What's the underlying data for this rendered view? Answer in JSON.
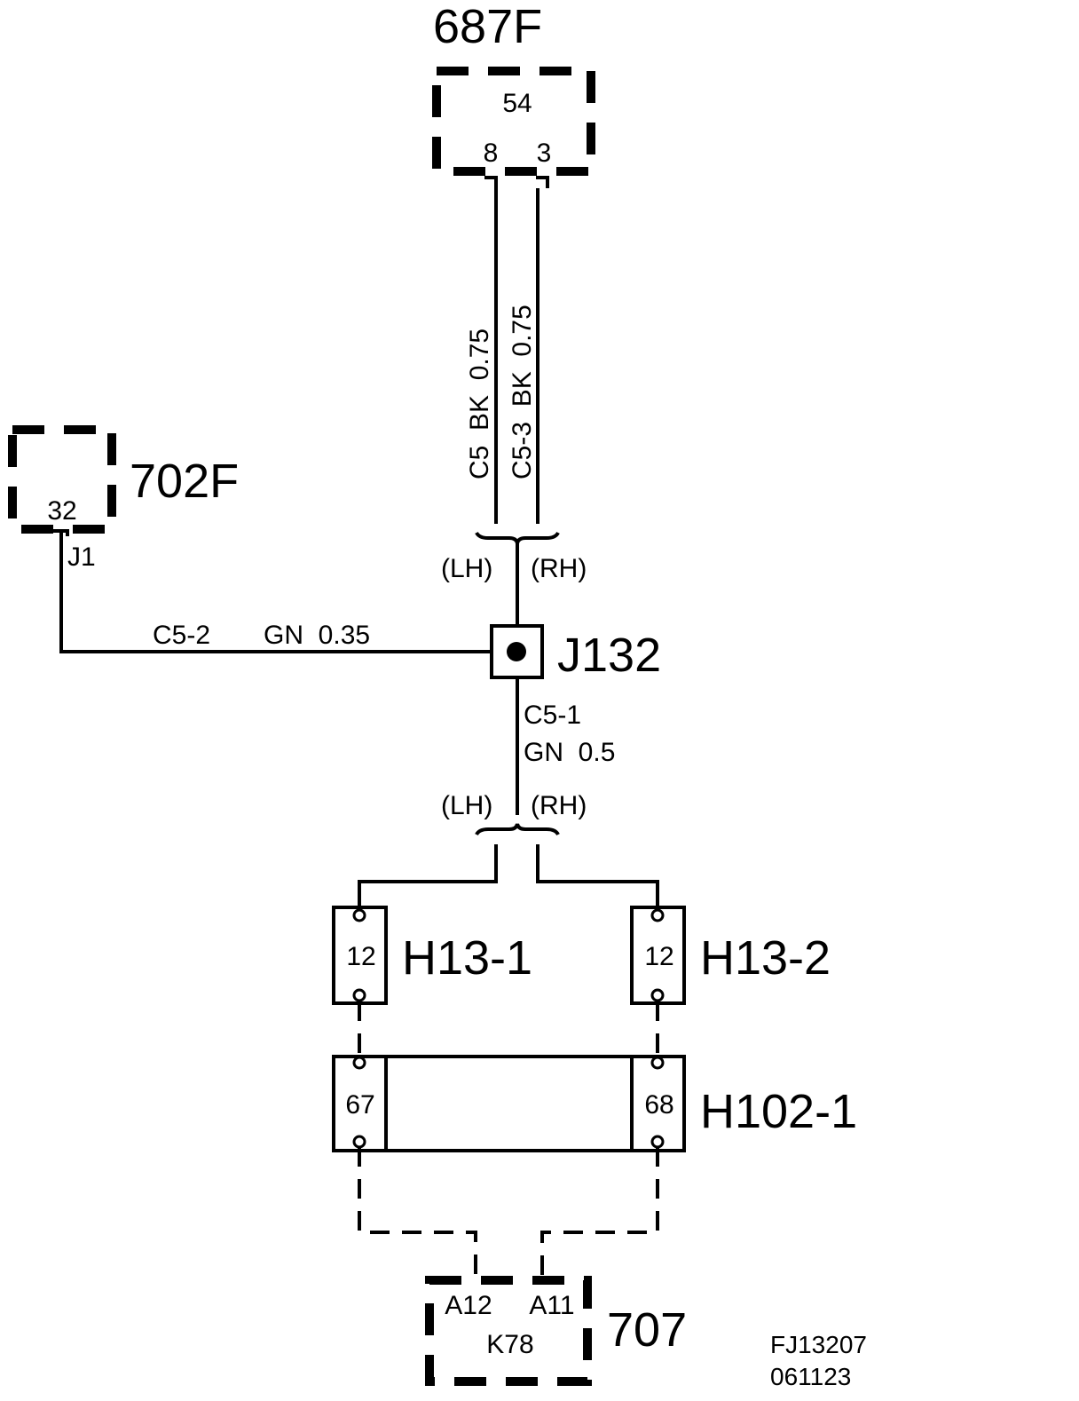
{
  "components": {
    "c687f": {
      "id": "687F",
      "inner": "54",
      "pin_a": "8",
      "pin_b": "3"
    },
    "c702f": {
      "id": "702F",
      "pin": "32",
      "connector": "J1"
    },
    "j132": {
      "id": "J132"
    },
    "h13_1": {
      "id": "H13-1",
      "pin": "12"
    },
    "h13_2": {
      "id": "H13-2",
      "pin": "12"
    },
    "h102_1": {
      "id": "H102-1",
      "pin_a": "67",
      "pin_b": "68"
    },
    "c707": {
      "id": "707",
      "pin_a": "A12",
      "pin_b": "A11",
      "inner": "K78"
    }
  },
  "wires": {
    "c5": "C5  BK  0.75",
    "c5_3": "C5-3  BK  0.75",
    "c5_2_code": "C5-2",
    "c5_2_spec": "GN  0.35",
    "c5_1_code": "C5-1",
    "c5_1_spec": "GN  0.5"
  },
  "labels": {
    "lh_top": "(LH)",
    "rh_top": "(RH)",
    "lh_bottom": "(LH)",
    "rh_bottom": "(RH)"
  },
  "footer": {
    "ref": "FJ13207",
    "date": "061123"
  }
}
